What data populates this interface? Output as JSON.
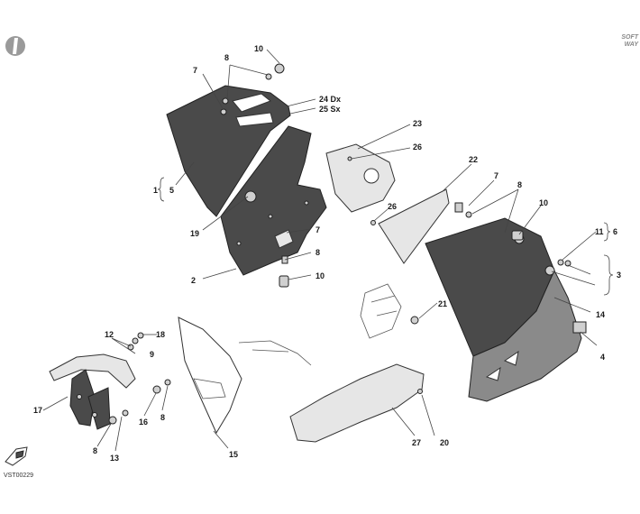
{
  "logo_right": {
    "line1": "SOFT",
    "line2": "WAY"
  },
  "drawing_code": "VST00229",
  "labels": {
    "l1": "1",
    "l2": "2",
    "l3": "3",
    "l4": "4",
    "l5": "5",
    "l6": "6",
    "l7a": "7",
    "l7b": "7",
    "l7c": "7",
    "l8a": "8",
    "l8b": "8",
    "l8c": "8",
    "l8d": "8",
    "l8e": "8",
    "l9": "9",
    "l10a": "10",
    "l10b": "10",
    "l10c": "10",
    "l11": "11",
    "l12": "12",
    "l13": "13",
    "l14": "14",
    "l15": "15",
    "l16": "16",
    "l17": "17",
    "l18": "18",
    "l19": "19",
    "l20": "20",
    "l21": "21",
    "l22": "22",
    "l23": "23",
    "l24": "24 Dx",
    "l25": "25 Sx",
    "l26a": "26",
    "l26b": "26",
    "l27": "27"
  },
  "colors": {
    "panel_dark": "#4a4a4a",
    "panel_mid": "#8a8a8a",
    "panel_light": "#e6e6e6",
    "text": "#1a1a1a"
  }
}
